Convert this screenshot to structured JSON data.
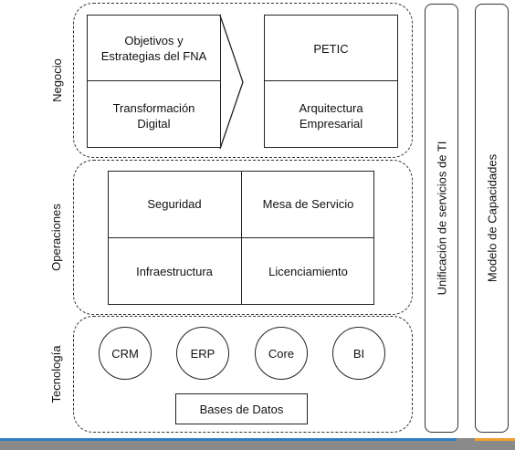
{
  "negocio": {
    "label": "Negocio",
    "left_block": [
      "Objetivos y\nEstrategias del FNA",
      "Transformación\nDigital"
    ],
    "right_block": [
      "PETIC",
      "Arquitectura\nEmpresarial"
    ]
  },
  "operaciones": {
    "label": "Operaciones",
    "cells": [
      "Seguridad",
      "Mesa de Servicio",
      "Infraestructura",
      "Licenciamiento"
    ]
  },
  "tecnologia": {
    "label": "Tecnología",
    "circles": [
      "CRM",
      "ERP",
      "Core",
      "BI"
    ],
    "database": "Bases de Datos"
  },
  "side": {
    "col1": "Unificación de servicios de TI",
    "col2": "Modelo de Capacidades"
  }
}
